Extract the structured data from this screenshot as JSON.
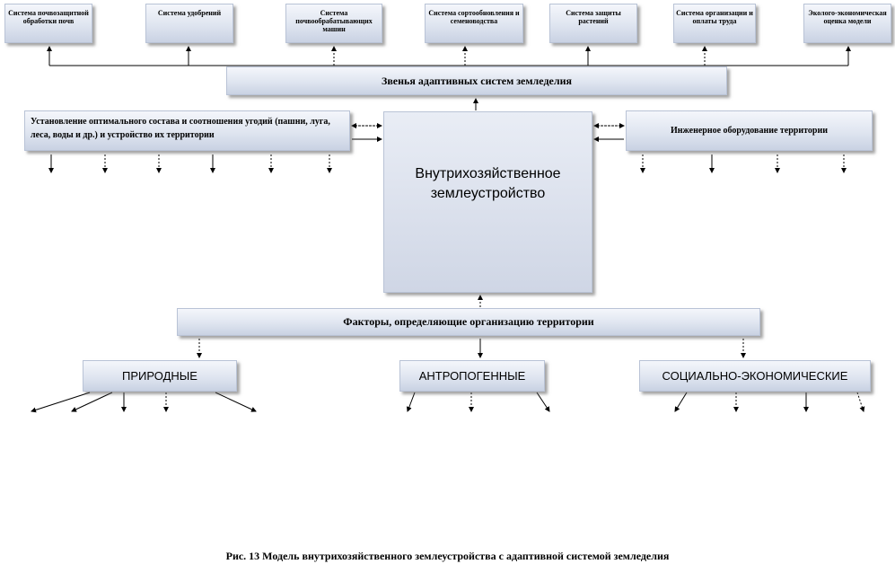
{
  "systems": [
    "Система почвозащитной обработки почв",
    "Система удобрений",
    "Система почвообрабатывающих машин",
    "Система сортообновления и семеноводства",
    "Система защиты растений",
    "Система организации и оплаты труда",
    "Эколого-экономическая оценка модели"
  ],
  "adaptive_bar": "Звенья адаптивных систем земледелия",
  "left_box": "Установление оптимального состава и соотношения угодий (пашни, луга, леса, воды и др.) и устройство их территории",
  "right_box": "Инженерное оборудование территории",
  "center": "Внутрихозяйственное землеустройство",
  "factors_bar": "Факторы, определяющие организацию территории",
  "categories": {
    "natural": "ПРИРОДНЫЕ",
    "anthropogenic": "АНТРОПОГЕННЫЕ",
    "socioeconomic": "СОЦИАЛЬНО-ЭКОНОМИЧЕСКИЕ"
  },
  "caption": "Рис. 13 Модель внутрихозяйственного землеустройства с адаптивной системой земледелия",
  "colors": {
    "box_fill": "#dfe5f0",
    "border": "#b9c3d6",
    "line": "#000000"
  }
}
